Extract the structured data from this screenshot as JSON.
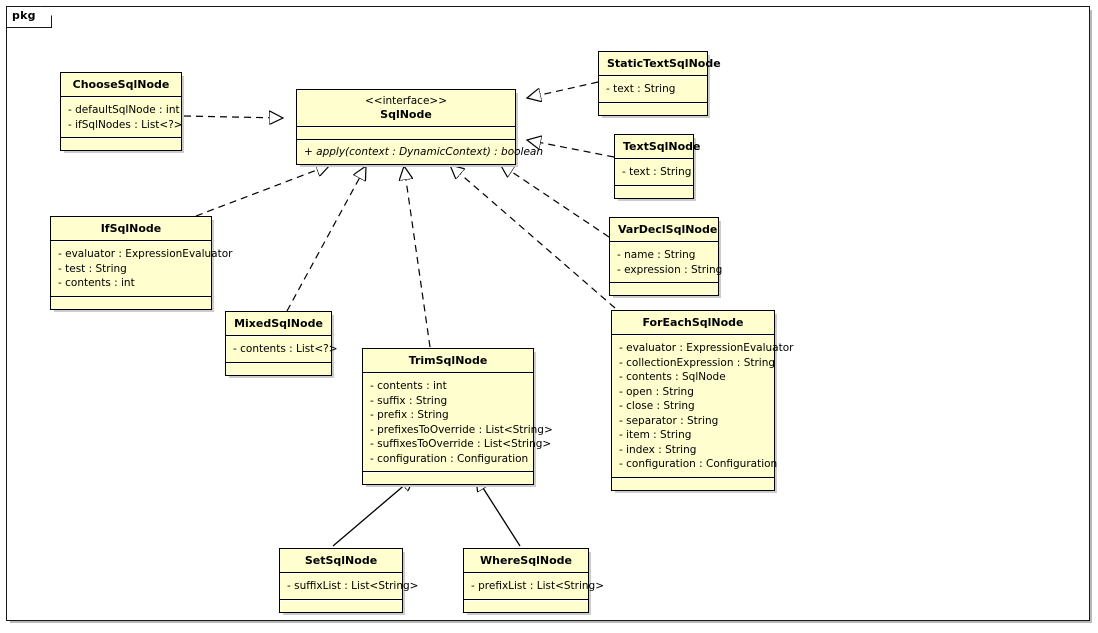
{
  "diagram": {
    "package_label": "pkg",
    "type": "uml-class-diagram",
    "colors": {
      "class_fill": "#FEFECE",
      "class_border": "#000000",
      "frame_border": "#181818",
      "background": "#FFFFFF",
      "shadow": "#CCCCCC"
    }
  },
  "classes": {
    "choose": {
      "name": "ChooseSqlNode",
      "attributes": [
        "- defaultSqlNode : int",
        "- ifSqlNodes : List<?>"
      ]
    },
    "sqlnode": {
      "stereotype": "<<interface>>",
      "name": "SqlNode",
      "methods": [
        "+ apply(context : DynamicContext) : boolean"
      ]
    },
    "statictext": {
      "name": "StaticTextSqlNode",
      "attributes": [
        "- text : String"
      ]
    },
    "text": {
      "name": "TextSqlNode",
      "attributes": [
        "- text : String"
      ]
    },
    "ifnode": {
      "name": "IfSqlNode",
      "attributes": [
        "- evaluator : ExpressionEvaluator",
        "- test : String",
        "- contents : int"
      ]
    },
    "vardecl": {
      "name": "VarDeclSqlNode",
      "attributes": [
        "- name : String",
        "- expression : String"
      ]
    },
    "mixed": {
      "name": "MixedSqlNode",
      "attributes": [
        "- contents : List<?>"
      ]
    },
    "trim": {
      "name": "TrimSqlNode",
      "attributes": [
        "- contents : int",
        "- suffix : String",
        "- prefix : String",
        "- prefixesToOverride : List<String>",
        "- suffixesToOverride : List<String>",
        "- configuration : Configuration"
      ]
    },
    "foreach": {
      "name": "ForEachSqlNode",
      "attributes": [
        "- evaluator : ExpressionEvaluator",
        "- collectionExpression : String",
        "- contents : SqlNode",
        "- open : String",
        "- close : String",
        "- separator : String",
        "- item : String",
        "- index : String",
        "- configuration : Configuration"
      ]
    },
    "set": {
      "name": "SetSqlNode",
      "attributes": [
        "- suffixList : List<String>"
      ]
    },
    "where": {
      "name": "WhereSqlNode",
      "attributes": [
        "- prefixList : List<String>"
      ]
    }
  },
  "relationships": [
    {
      "from": "ChooseSqlNode",
      "to": "SqlNode",
      "kind": "realization"
    },
    {
      "from": "StaticTextSqlNode",
      "to": "SqlNode",
      "kind": "realization"
    },
    {
      "from": "TextSqlNode",
      "to": "SqlNode",
      "kind": "realization"
    },
    {
      "from": "IfSqlNode",
      "to": "SqlNode",
      "kind": "realization"
    },
    {
      "from": "VarDeclSqlNode",
      "to": "SqlNode",
      "kind": "realization"
    },
    {
      "from": "MixedSqlNode",
      "to": "SqlNode",
      "kind": "realization"
    },
    {
      "from": "TrimSqlNode",
      "to": "SqlNode",
      "kind": "realization"
    },
    {
      "from": "ForEachSqlNode",
      "to": "SqlNode",
      "kind": "realization"
    },
    {
      "from": "SetSqlNode",
      "to": "TrimSqlNode",
      "kind": "generalization"
    },
    {
      "from": "WhereSqlNode",
      "to": "TrimSqlNode",
      "kind": "generalization"
    }
  ]
}
